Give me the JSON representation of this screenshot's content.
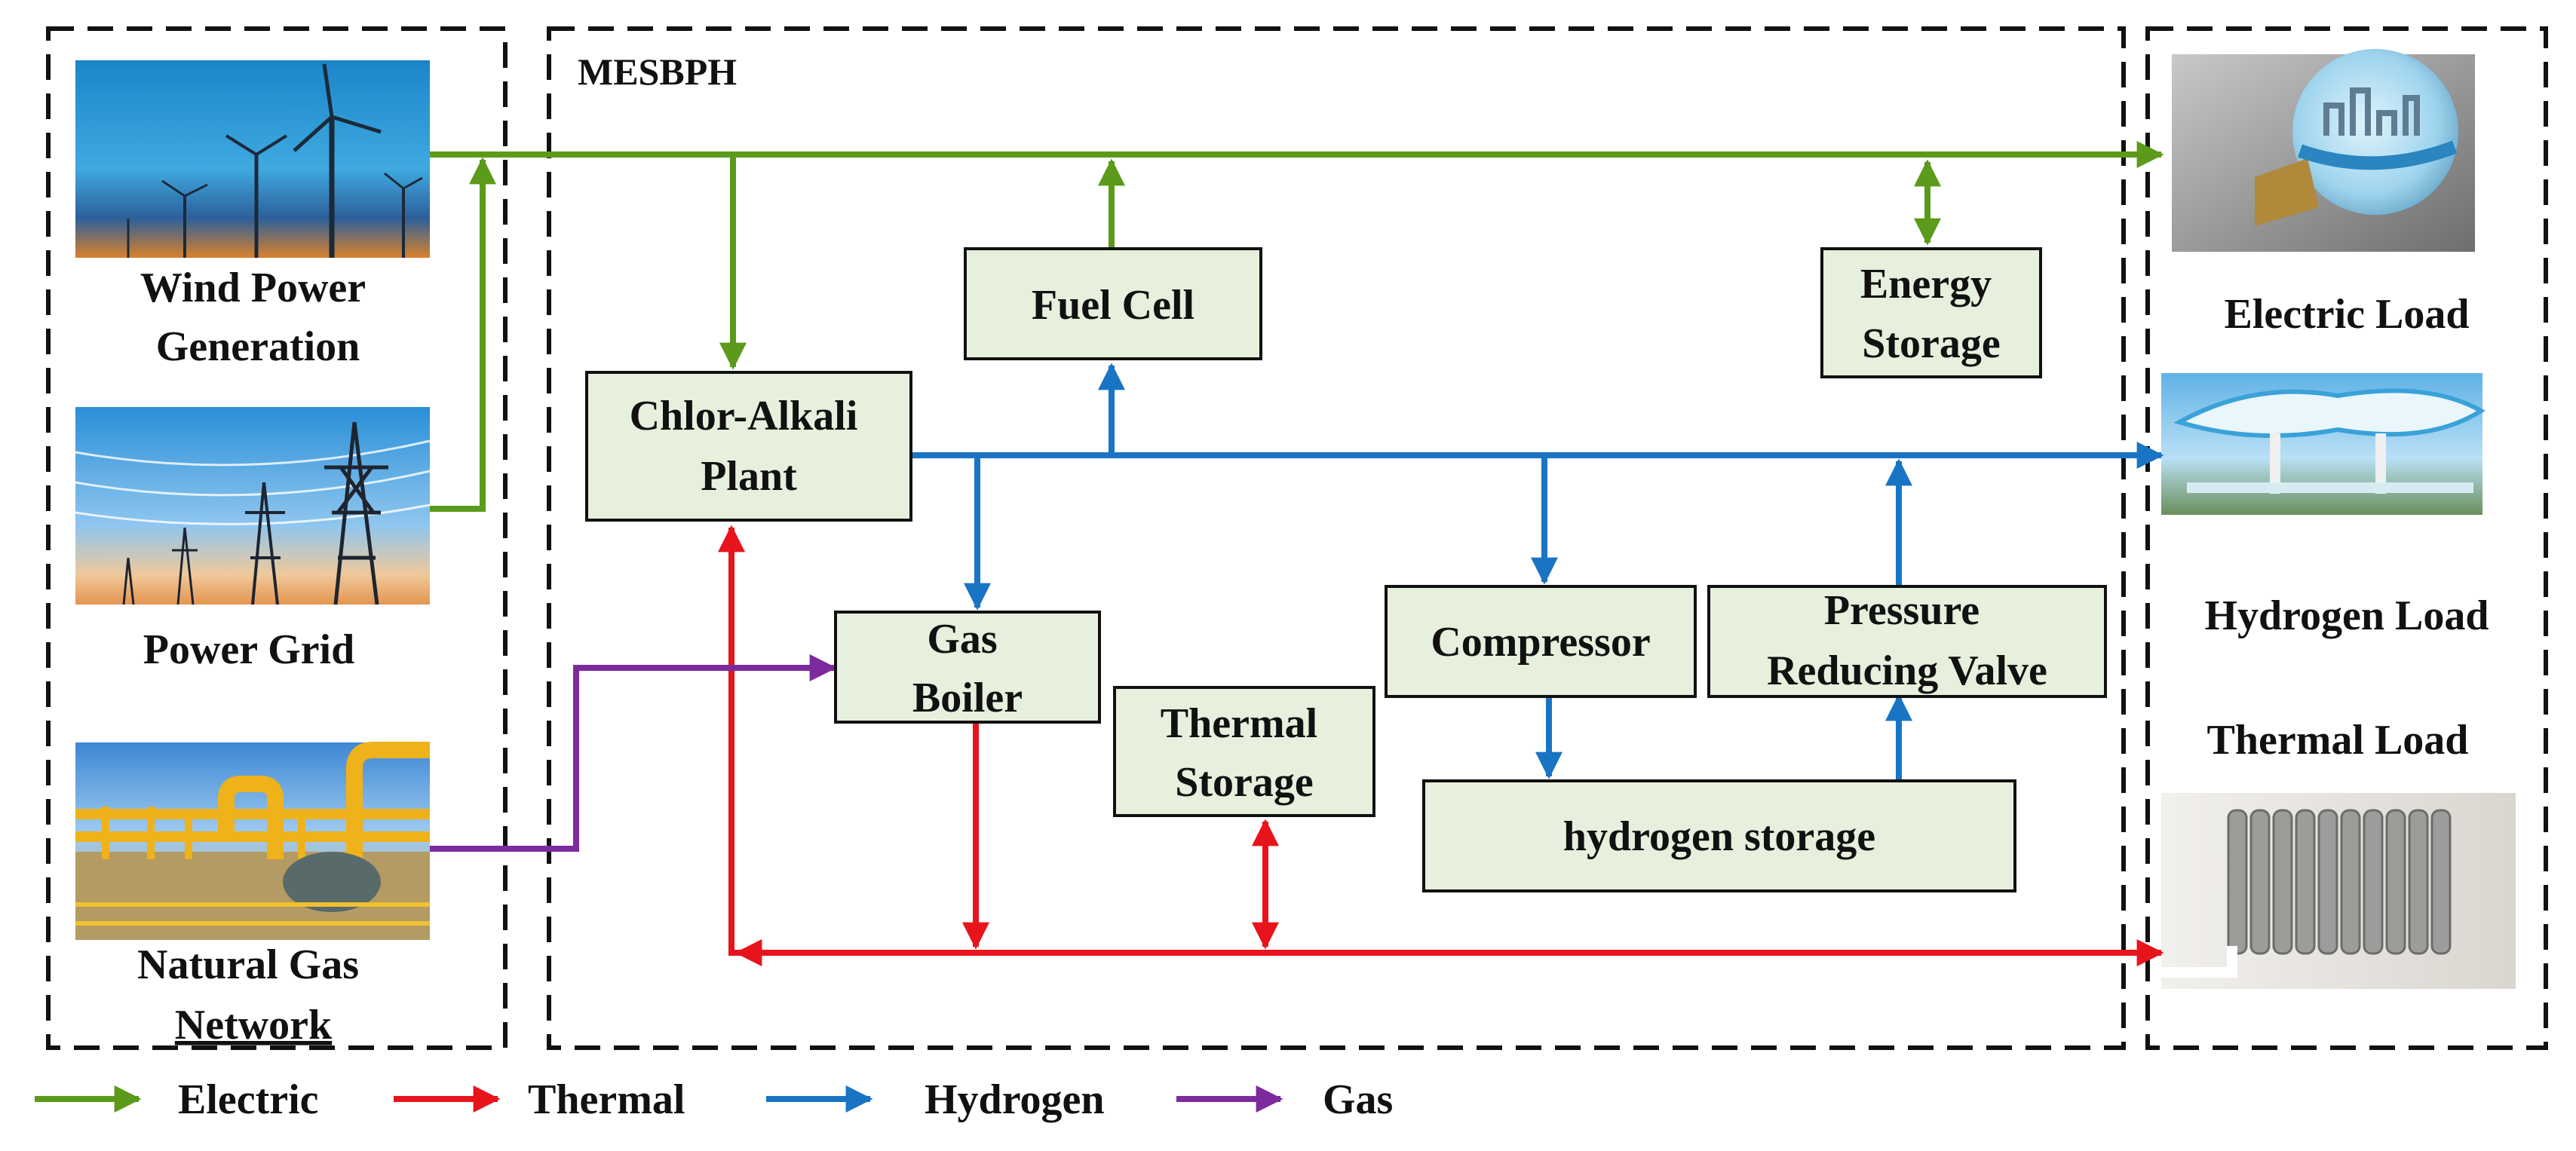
{
  "panels": {
    "center_title": "MESBPH"
  },
  "sources": [
    {
      "id": "wind",
      "label_lines": [
        "Wind Power",
        "Generation"
      ],
      "icon": "wind-turbines-photo"
    },
    {
      "id": "grid",
      "label_lines": [
        "Power Grid"
      ],
      "icon": "transmission-towers-photo"
    },
    {
      "id": "gas",
      "label_lines": [
        "Natural Gas",
        "Network"
      ],
      "icon": "gas-pipeline-photo"
    }
  ],
  "loads": [
    {
      "id": "electric",
      "label": "Electric Load",
      "icon": "lightbulb-city-photo"
    },
    {
      "id": "hydrogen",
      "label": "Hydrogen Load",
      "icon": "hydrogen-station-photo"
    },
    {
      "id": "thermal",
      "label": "Thermal Load",
      "icon": "radiator-photo"
    }
  ],
  "boxes": {
    "fuel_cell": [
      "Fuel Cell"
    ],
    "energy_storage": [
      "Energy",
      "Storage"
    ],
    "chlor_alkali": [
      "Chlor-Alkali",
      "Plant"
    ],
    "gas_boiler": [
      "Gas",
      "Boiler"
    ],
    "thermal_storage": [
      "Thermal",
      "Storage"
    ],
    "compressor": [
      "Compressor"
    ],
    "prv": [
      "Pressure",
      "Reducing Valve"
    ],
    "hydrogen_storage": [
      "hydrogen storage"
    ]
  },
  "legend": [
    {
      "label": "Electric",
      "color": "#5b9a1a"
    },
    {
      "label": "Thermal",
      "color": "#e8141c"
    },
    {
      "label": "Hydrogen",
      "color": "#1a74c4"
    },
    {
      "label": "Gas",
      "color": "#7d2a9e"
    }
  ],
  "colors": {
    "electric": "#5b9a1a",
    "thermal": "#e8141c",
    "hydrogen": "#1a74c4",
    "gas": "#7d2a9e",
    "box_fill": "#e6f0dc"
  }
}
